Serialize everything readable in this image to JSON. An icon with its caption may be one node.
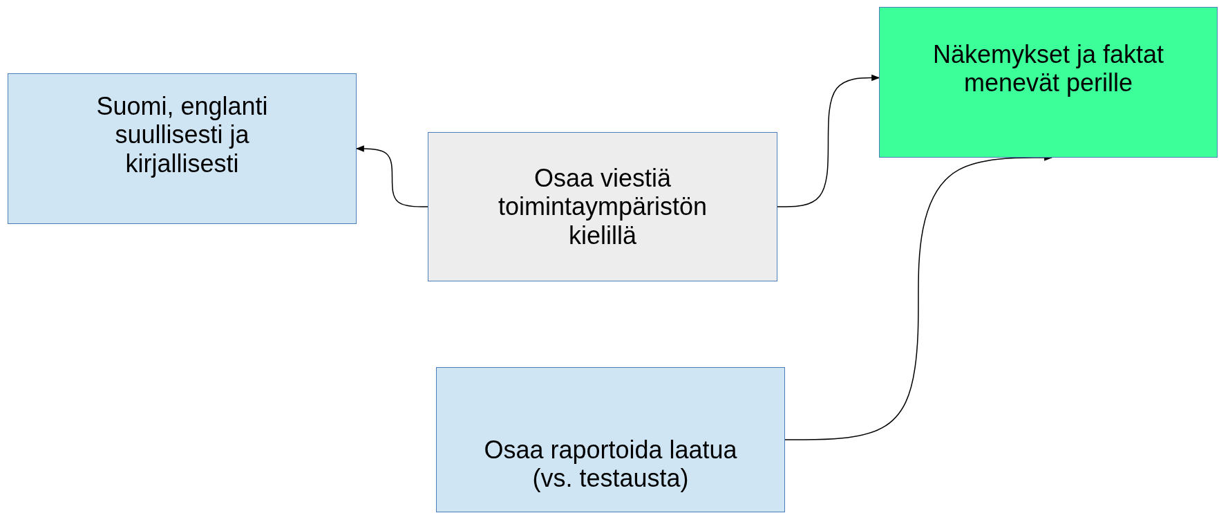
{
  "diagram": {
    "nodes": [
      {
        "text": [
          "Suomi, englanti suullisesti ja kirjallisesti"
        ]
      },
      {
        "text": [
          "Osaa viestiä toimintaympäristön kielillä"
        ]
      },
      {
        "text": [
          "Näkemykset ja faktat menevät perille"
        ]
      },
      {
        "text": [
          "Osaa raportoida laatua (vs. testausta)"
        ]
      }
    ],
    "edges": [
      {
        "from": 1,
        "to": 0,
        "arrow": "to"
      },
      {
        "from": 1,
        "to": 2,
        "arrow": "to"
      },
      {
        "from": 3,
        "to": 2,
        "arrow": "to"
      }
    ]
  }
}
